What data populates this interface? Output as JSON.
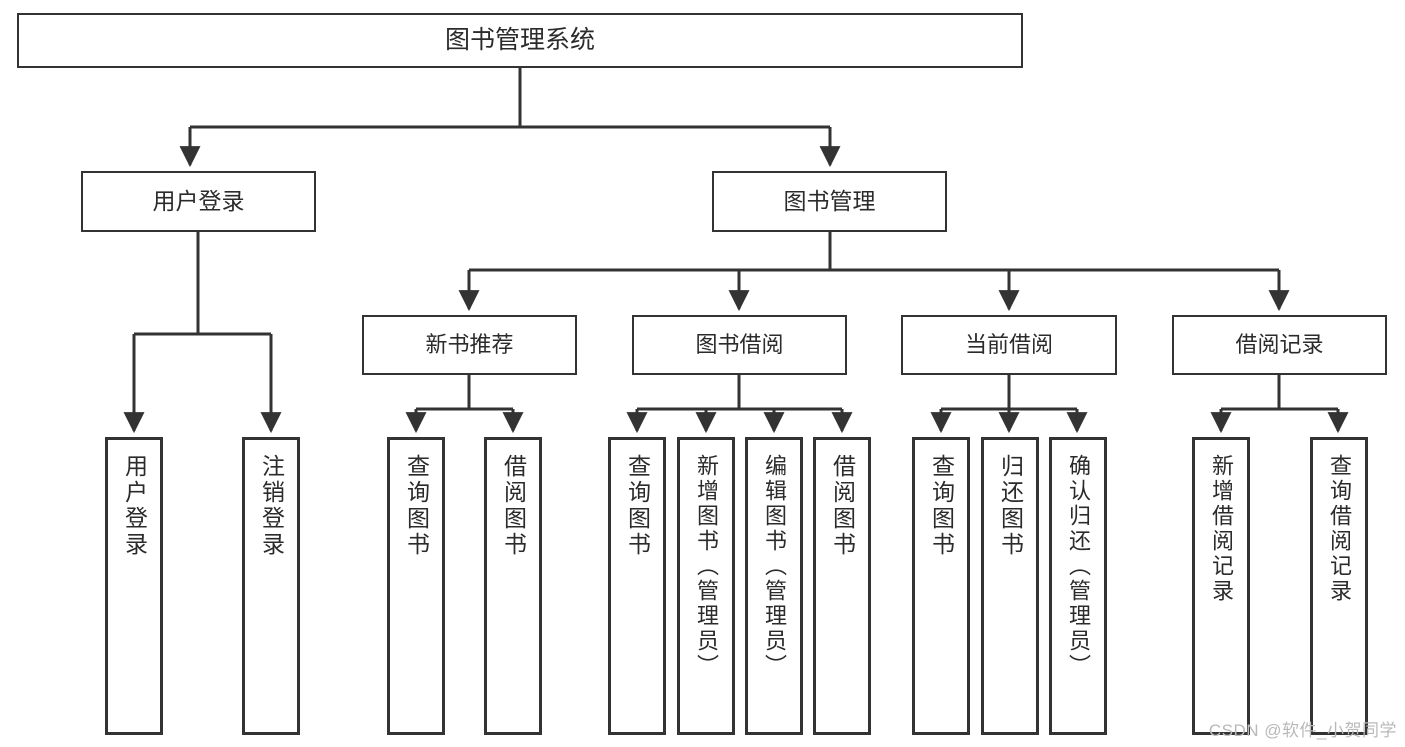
{
  "diagram": {
    "title": "图书管理系统",
    "type": "tree-hierarchy",
    "watermark": "CSDN @软件_小贺同学",
    "colors": {
      "stroke": "#333333",
      "background": "#ffffff",
      "text": "#2b2b2b",
      "watermark": "#b9b9b9"
    },
    "root": {
      "label": "图书管理系统"
    },
    "level2": [
      {
        "label": "用户登录"
      },
      {
        "label": "图书管理"
      }
    ],
    "level3": [
      {
        "label": "新书推荐"
      },
      {
        "label": "图书借阅"
      },
      {
        "label": "当前借阅"
      },
      {
        "label": "借阅记录"
      }
    ],
    "leaves": {
      "user_login": [
        {
          "label": "用户登录"
        },
        {
          "label": "注销登录"
        }
      ],
      "new_book_recommend": [
        {
          "label": "查询图书"
        },
        {
          "label": "借阅图书"
        }
      ],
      "book_borrow": [
        {
          "label": "查询图书"
        },
        {
          "label": "新增图书（管理员）"
        },
        {
          "label": "编辑图书（管理员）"
        },
        {
          "label": "借阅图书"
        }
      ],
      "current_borrow": [
        {
          "label": "查询图书"
        },
        {
          "label": "归还图书"
        },
        {
          "label": "确认归还（管理员）"
        }
      ],
      "borrow_record": [
        {
          "label": "新增借阅记录"
        },
        {
          "label": "查询借阅记录"
        }
      ]
    }
  }
}
